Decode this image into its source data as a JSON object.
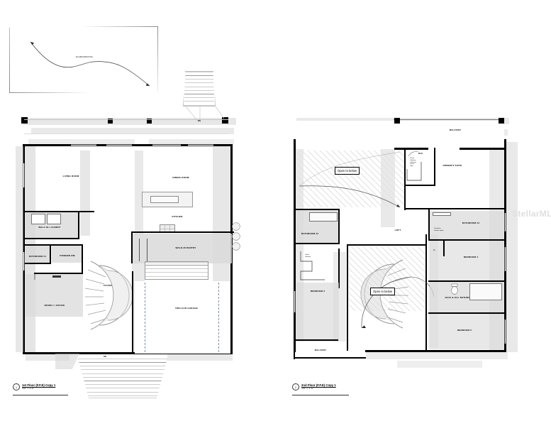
{
  "document": {
    "type": "architectural-floor-plan",
    "watermark": "StellarMLS"
  },
  "pool_diagram": {
    "label": "IN-GROUND POOL"
  },
  "plan1": {
    "title": "1st Floor (F.F.E) Copy 1",
    "scale": "1/4\" = 1'-0\"",
    "number": "1",
    "rooms": [
      {
        "label": "LIVING ROOM"
      },
      {
        "label": "DINING ROOM"
      },
      {
        "label": "KITCHEN"
      },
      {
        "label": "WALK-IN PANTRY"
      },
      {
        "label": "WALK-IN LAUNDRY"
      },
      {
        "label": "BATHROOM #1"
      },
      {
        "label": "POWDER RM"
      },
      {
        "label": "ROOM 1 / OFFICE"
      },
      {
        "label": "FOYER"
      },
      {
        "label": "TWO-CAR GARAGE"
      }
    ],
    "stair_top_label": "DN",
    "stair_bottom_label": "DN"
  },
  "plan2": {
    "title": "2nd Floor (F.F.E) Copy 1",
    "scale": "1/4\" = 1'-0\"",
    "number": "2",
    "rooms": [
      {
        "label": "BALCONY"
      },
      {
        "label": "OWNER'S SUITE"
      },
      {
        "label": "W.I.C."
      },
      {
        "label": "LOFT"
      },
      {
        "label": "BATHROOM #2"
      },
      {
        "label": "BEDROOM 2"
      },
      {
        "label": "BATHROOM #4"
      },
      {
        "label": "BEDROOM 4"
      },
      {
        "label": "JACK & JILL BATHROOM #3"
      },
      {
        "label": "BEDROOM 5"
      },
      {
        "label": "BALCONY"
      }
    ],
    "callouts": [
      {
        "label": "Open to below"
      },
      {
        "label": "Open to below"
      }
    ],
    "notes": [
      {
        "text": "Closet\nshelving\ncalifornia\ncloset\nstyle"
      },
      {
        "text": "Transition\nshower option"
      },
      {
        "text": "Walk-in shower\nwith 24\" entrance"
      },
      {
        "text": "Closet\nshelving"
      },
      {
        "text": "Walk-in shower\nwith 24\" entrance"
      },
      {
        "text": "CL."
      }
    ]
  }
}
